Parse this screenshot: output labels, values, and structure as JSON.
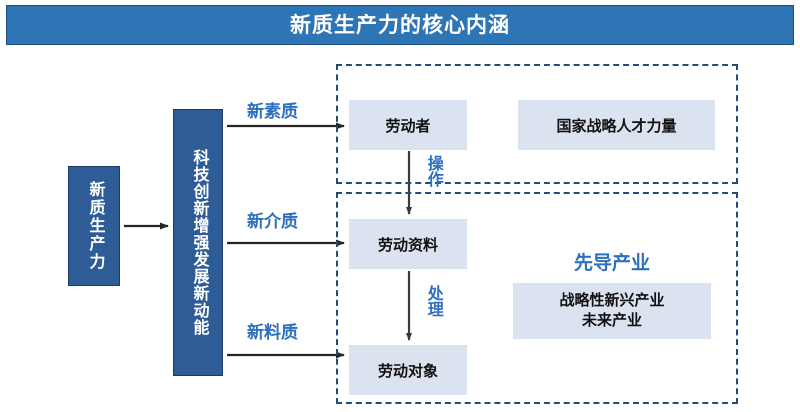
{
  "header": {
    "title": "新质生产力的核心内涵",
    "bar_color": "#2E75B6",
    "text_color": "#ffffff"
  },
  "colors": {
    "title_bar": "#2E75B6",
    "dark_box": "#2E5C96",
    "dark_box_border": "#1F3864",
    "light_box": "#DCE3F0",
    "accent_blue_text": "#2E6FC0",
    "dashed_border": "#1F4E79",
    "arrow": "#262626",
    "body_text": "#111111"
  },
  "left_column": {
    "root_box": {
      "label": "新质生产力",
      "orientation": "vertical",
      "fill": "#2E5C96",
      "text_color": "#ffffff"
    },
    "driver_box": {
      "label": "科技创新增强发展新动能",
      "orientation": "vertical",
      "fill": "#2E5C96",
      "text_color": "#ffffff"
    }
  },
  "branches": [
    {
      "label": "新素质",
      "target": "劳动者"
    },
    {
      "label": "新介质",
      "target": "劳动资料"
    },
    {
      "label": "新料质",
      "target": "劳动对象"
    }
  ],
  "groups": {
    "top": {
      "name": "劳动者组",
      "boxes": [
        {
          "label": "劳动者"
        },
        {
          "label": "国家战略人才力量"
        }
      ]
    },
    "bottom": {
      "name": "劳动资料与劳动对象组",
      "boxes": [
        {
          "label": "劳动资料"
        },
        {
          "label": "劳动对象"
        }
      ],
      "leading_industry": {
        "heading": "先导产业",
        "lines": [
          "战略性新兴产业",
          "未来产业"
        ]
      }
    }
  },
  "flow_labels": [
    {
      "label": "操作",
      "orientation": "vertical",
      "from": "劳动者",
      "to": "劳动资料"
    },
    {
      "label": "处理",
      "orientation": "vertical",
      "from": "劳动资料",
      "to": "劳动对象"
    }
  ]
}
